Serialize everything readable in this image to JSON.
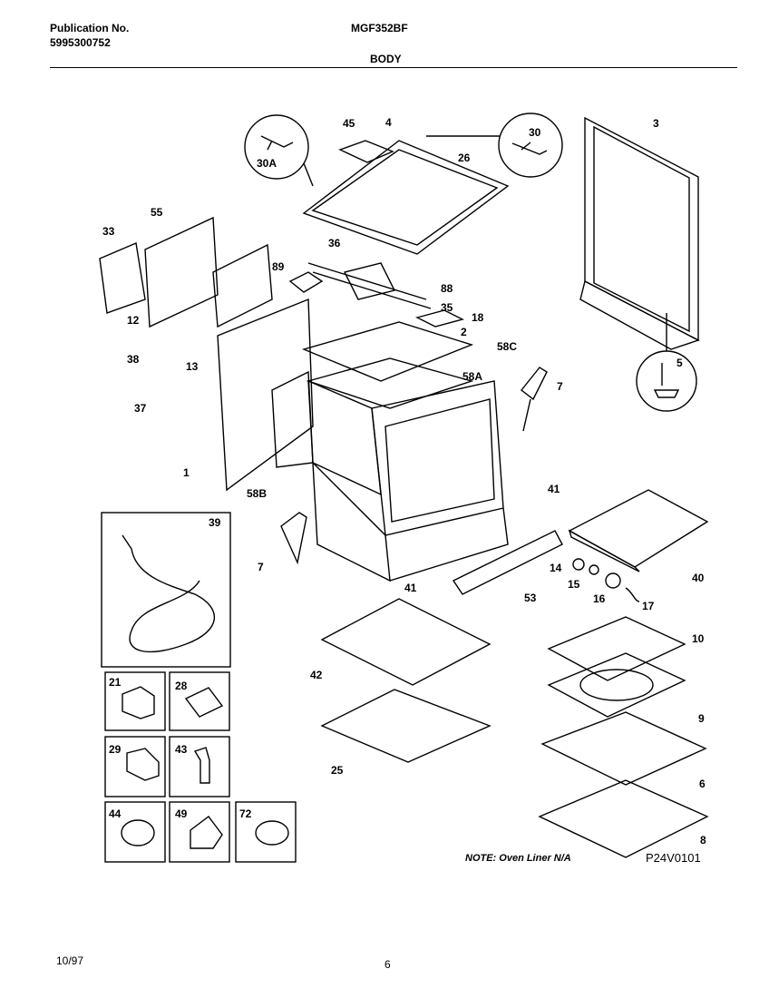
{
  "header": {
    "publication_label": "Publication No.",
    "publication_number": "5995300752",
    "model": "MGF352BF",
    "section": "BODY"
  },
  "diagram": {
    "part_labels": [
      "45",
      "4",
      "30",
      "3",
      "30A",
      "26",
      "55",
      "33",
      "36",
      "89",
      "88",
      "35",
      "12",
      "18",
      "2",
      "58C",
      "13",
      "38",
      "5",
      "58A",
      "37",
      "7",
      "1",
      "58B",
      "41",
      "39",
      "14",
      "15",
      "16",
      "17",
      "40",
      "7",
      "41",
      "53",
      "10",
      "42",
      "21",
      "28",
      "9",
      "29",
      "43",
      "25",
      "6",
      "44",
      "49",
      "72",
      "8"
    ]
  },
  "note": "NOTE: Oven Liner N/A",
  "diagram_code": "P24V0101",
  "footer": {
    "date": "10/97",
    "page": "6"
  }
}
